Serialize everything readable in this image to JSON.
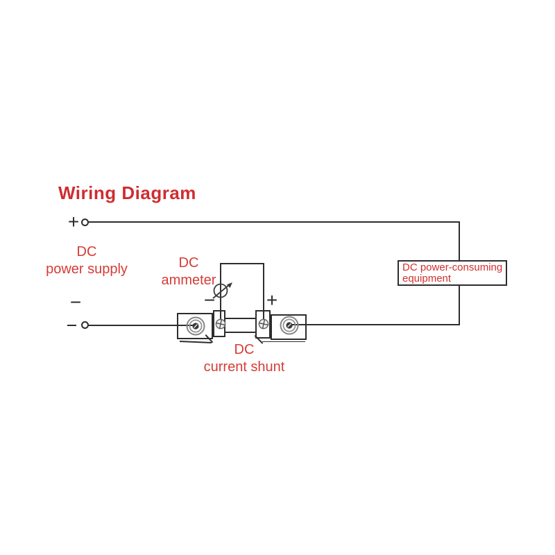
{
  "title": "Wiring Diagram",
  "colors": {
    "title_red": "#d02c30",
    "label_red": "#d43c36",
    "wire_black": "#2d2d2d"
  },
  "labels": {
    "power_supply_line1": "DC",
    "power_supply_line2": "power supply",
    "ammeter_line1": "DC",
    "ammeter_line2": "ammeter",
    "shunt_line1": "DC",
    "shunt_line2": "current shunt",
    "equipment_line1": "DC power-consuming",
    "equipment_line2": "equipment"
  },
  "symbols": {
    "supply_positive": "+",
    "supply_negative": "−",
    "shunt_negative": "−",
    "shunt_positive": "+"
  },
  "icons": {
    "ammeter": "circle-with-arrow",
    "washer": "concentric-ring-bolt",
    "screw": "phillips-screw-head",
    "terminal": "open-circle"
  }
}
